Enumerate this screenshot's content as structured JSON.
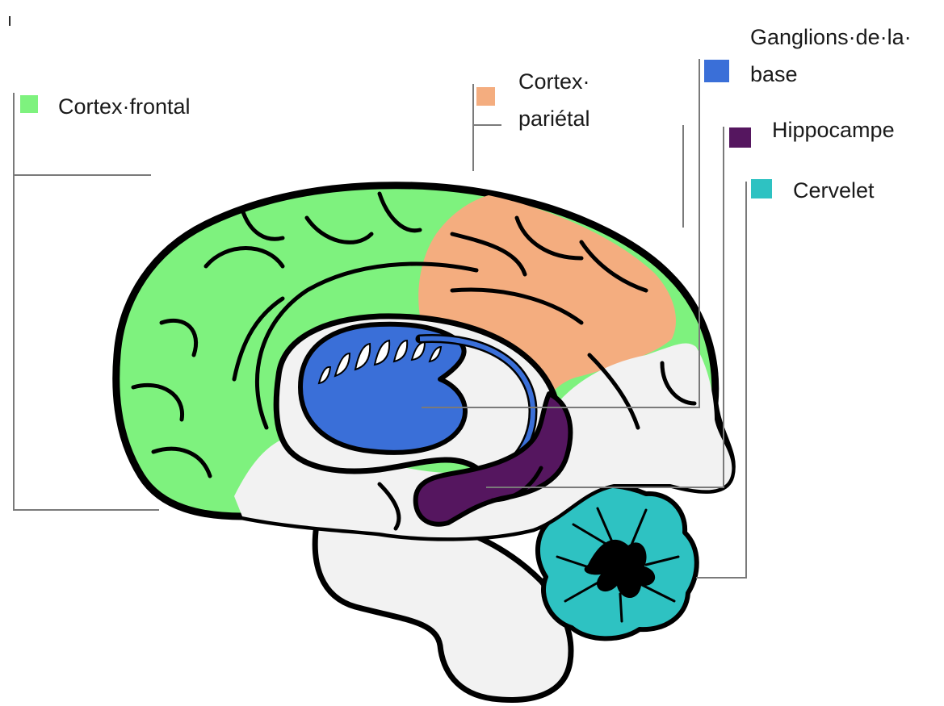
{
  "corner_mark": "ı",
  "colors": {
    "frontal": "#7ef27e",
    "parietal": "#f4ad7f",
    "basal_ganglia": "#3a6fd8",
    "hippocampus": "#55165f",
    "cerebellum": "#2ec2c2",
    "brain_fill": "#f2f2f2",
    "outline": "#000000",
    "leader": "#7a7a7a"
  },
  "legend": {
    "frontal": {
      "label": "Cortex·frontal",
      "icon": "green-square-icon"
    },
    "parietal": {
      "line1": "Cortex·",
      "line2": "pariétal",
      "icon": "orange-square-icon"
    },
    "basal_ganglia": {
      "line1": "Ganglions·de·la·",
      "line2": "base",
      "icon": "blue-square-icon"
    },
    "hippocampus": {
      "label": "Hippocampe",
      "icon": "purple-square-icon"
    },
    "cerebellum": {
      "label": "Cervelet",
      "icon": "teal-square-icon"
    }
  }
}
